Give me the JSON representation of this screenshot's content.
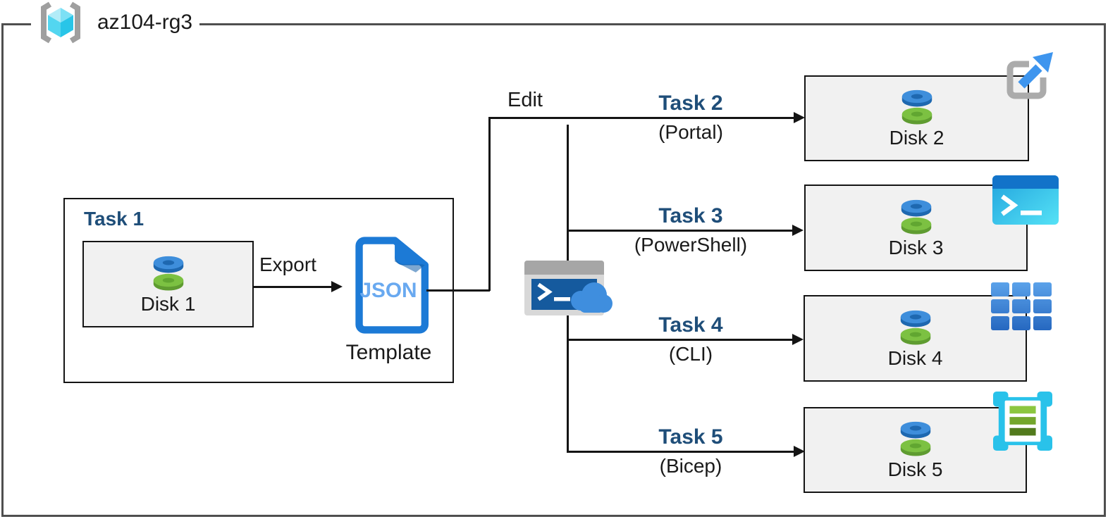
{
  "resource_group": {
    "name": "az104-rg3"
  },
  "task1": {
    "title": "Task 1",
    "disk_label": "Disk 1",
    "export_label": "Export",
    "template_icon_text": "JSON",
    "template_label": "Template"
  },
  "edit_label": "Edit",
  "tasks": [
    {
      "title": "Task 2",
      "method": "(Portal)",
      "disk": "Disk 2",
      "tool_icon": "azure-portal-icon"
    },
    {
      "title": "Task 3",
      "method": "(PowerShell)",
      "disk": "Disk 3",
      "tool_icon": "powershell-icon"
    },
    {
      "title": "Task 4",
      "method": "(CLI)",
      "disk": "Disk 4",
      "tool_icon": "cli-icon"
    },
    {
      "title": "Task 5",
      "method": "(Bicep)",
      "disk": "Disk 5",
      "tool_icon": "bicep-icon"
    }
  ],
  "colors": {
    "task_title_navy": "#1f4e79",
    "disk_box_fill": "#f1f1f1",
    "connector_black": "#141414",
    "frame_gray": "#4f4f4f",
    "azure_blue": "#3e8edb",
    "disk_green": "#7cc142",
    "cyan_cube": "#53d6f0"
  }
}
